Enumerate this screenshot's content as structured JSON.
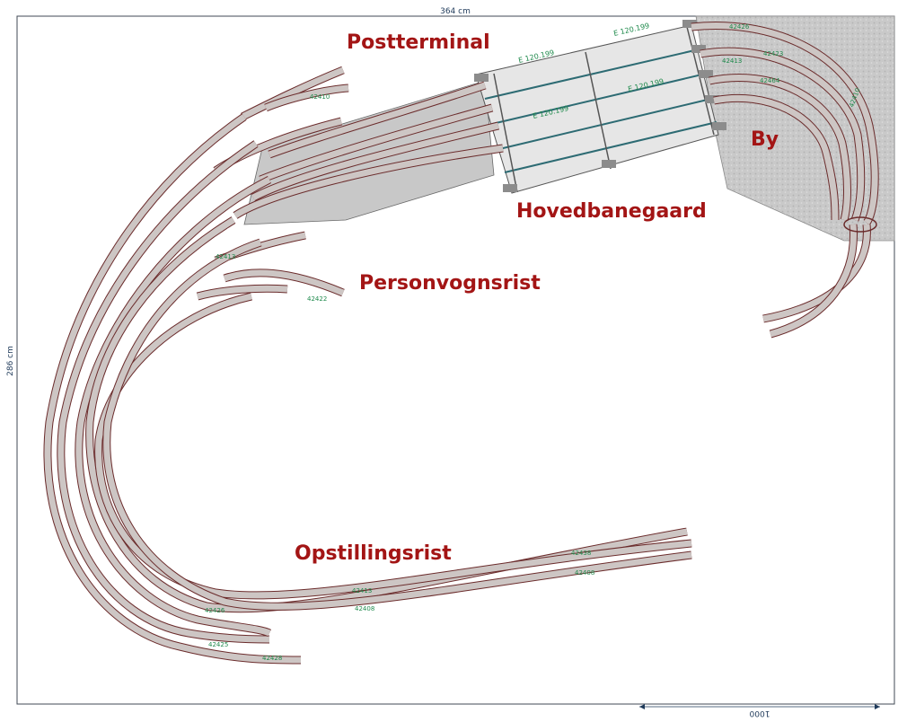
{
  "drawing": {
    "width_label": "364 cm",
    "height_label": "286 cm",
    "scale_label": "1000"
  },
  "areas": {
    "postterminal": "Postterminal",
    "by": "By",
    "hovedbanegaard": "Hovedbanegaard",
    "personvognsrist": "Personvognsrist",
    "opstillingsrist": "Opstillingsrist"
  },
  "platform_codes": [
    "E 120.199",
    "E 120.199",
    "E 120.199",
    "E 120.199"
  ],
  "track_codes": [
    "42426",
    "42423",
    "42413",
    "42464",
    "42410",
    "42413",
    "42426",
    "42428",
    "42422",
    "42438",
    "42408",
    "42413",
    "42410",
    "42425",
    "42408"
  ],
  "colors": {
    "track_outline": "#6b2c2c",
    "track_fill": "#cdc6c4",
    "label_red": "#a31515",
    "code_green": "#1f8a4c",
    "dimension_blue": "#1f3a5a",
    "city_fill": "#c9c9c9"
  }
}
